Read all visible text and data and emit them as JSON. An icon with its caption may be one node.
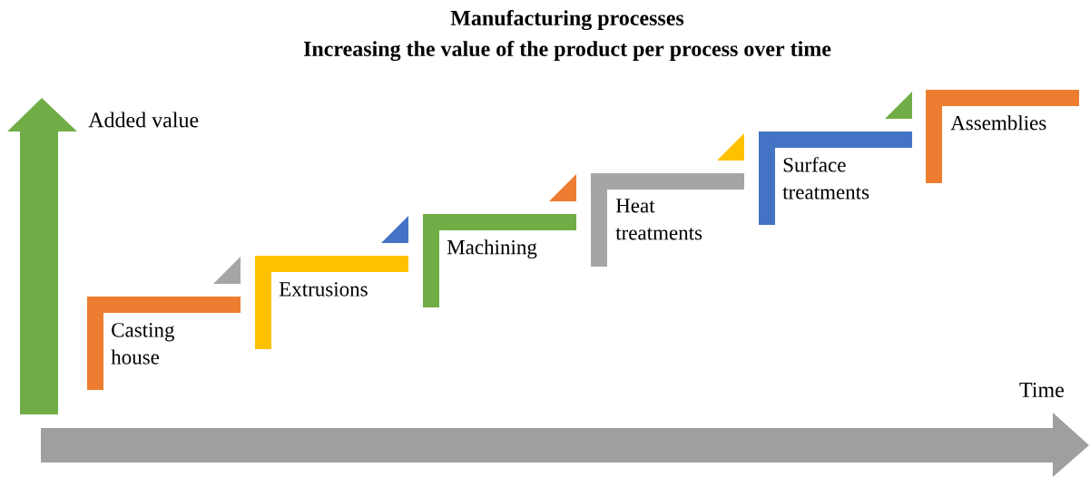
{
  "diagram": {
    "title": "Manufacturing processes",
    "nodes": [
      {
        "text": [
          "Casting house"
        ]
      },
      {
        "text": [
          "Extrusions"
        ]
      },
      {
        "text": [
          "Machining"
        ]
      },
      {
        "text": [
          "Heat treatments"
        ]
      },
      {
        "text": [
          "Surface treatments"
        ]
      },
      {
        "text": [
          "Assemblies"
        ]
      }
    ],
    "labels": [
      "Increasing the value of the product per process over time",
      "Added value",
      "Time"
    ]
  }
}
